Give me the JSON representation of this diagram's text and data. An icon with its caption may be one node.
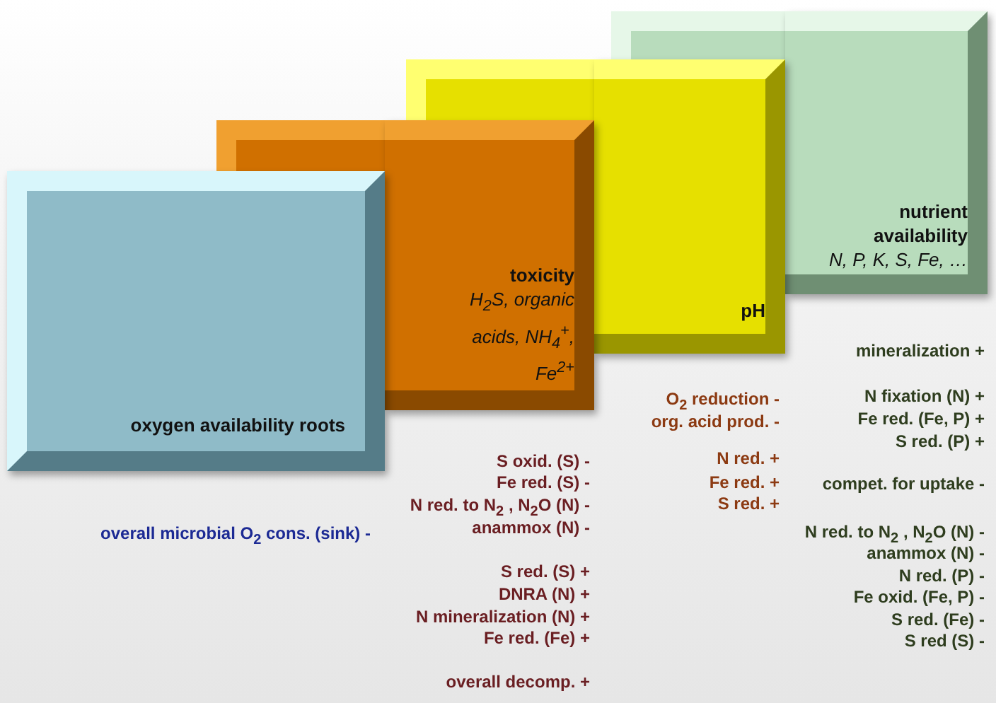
{
  "diagram": {
    "nodes": [
      {
        "text": [
          "oxygen availability roots"
        ]
      },
      {
        "text": [
          "toxicity",
          "H$_{2}$S, organic acids, NH$_{4}$$^{+}$, Fe$^{2+}$"
        ]
      },
      {
        "text": [
          "pH"
        ]
      },
      {
        "text": [
          "nutrient availability",
          "N, P, K, S, Fe, …"
        ]
      }
    ],
    "labels": [
      "overall microbial O$_{2}$ cons. (sink)  -",
      "S oxid. (S) -",
      "Fe red. (S) -",
      "N red. to N$_{2}$ , N$_{2}$O (N) -",
      "anammox (N) -",
      "S red. (S) +",
      "DNRA (N) +",
      "N mineralization (N) +",
      "Fe red. (Fe) +",
      "overall decomp. +",
      "O$_{2}$ reduction -",
      "org. acid prod. -",
      "N red. +",
      "Fe red. +",
      "S red. +",
      "mineralization +",
      "N fixation (N) +",
      "Fe red. (Fe, P) +",
      "S red. (P) +",
      "compet. for uptake -",
      "N red. to N$_{2}$ , N$_{2}$O (N) -",
      "anammox (N) -",
      "N red. (P) -",
      "Fe oxid. (Fe, P) -",
      "S red. (Fe) -",
      "S red (S) -"
    ]
  }
}
